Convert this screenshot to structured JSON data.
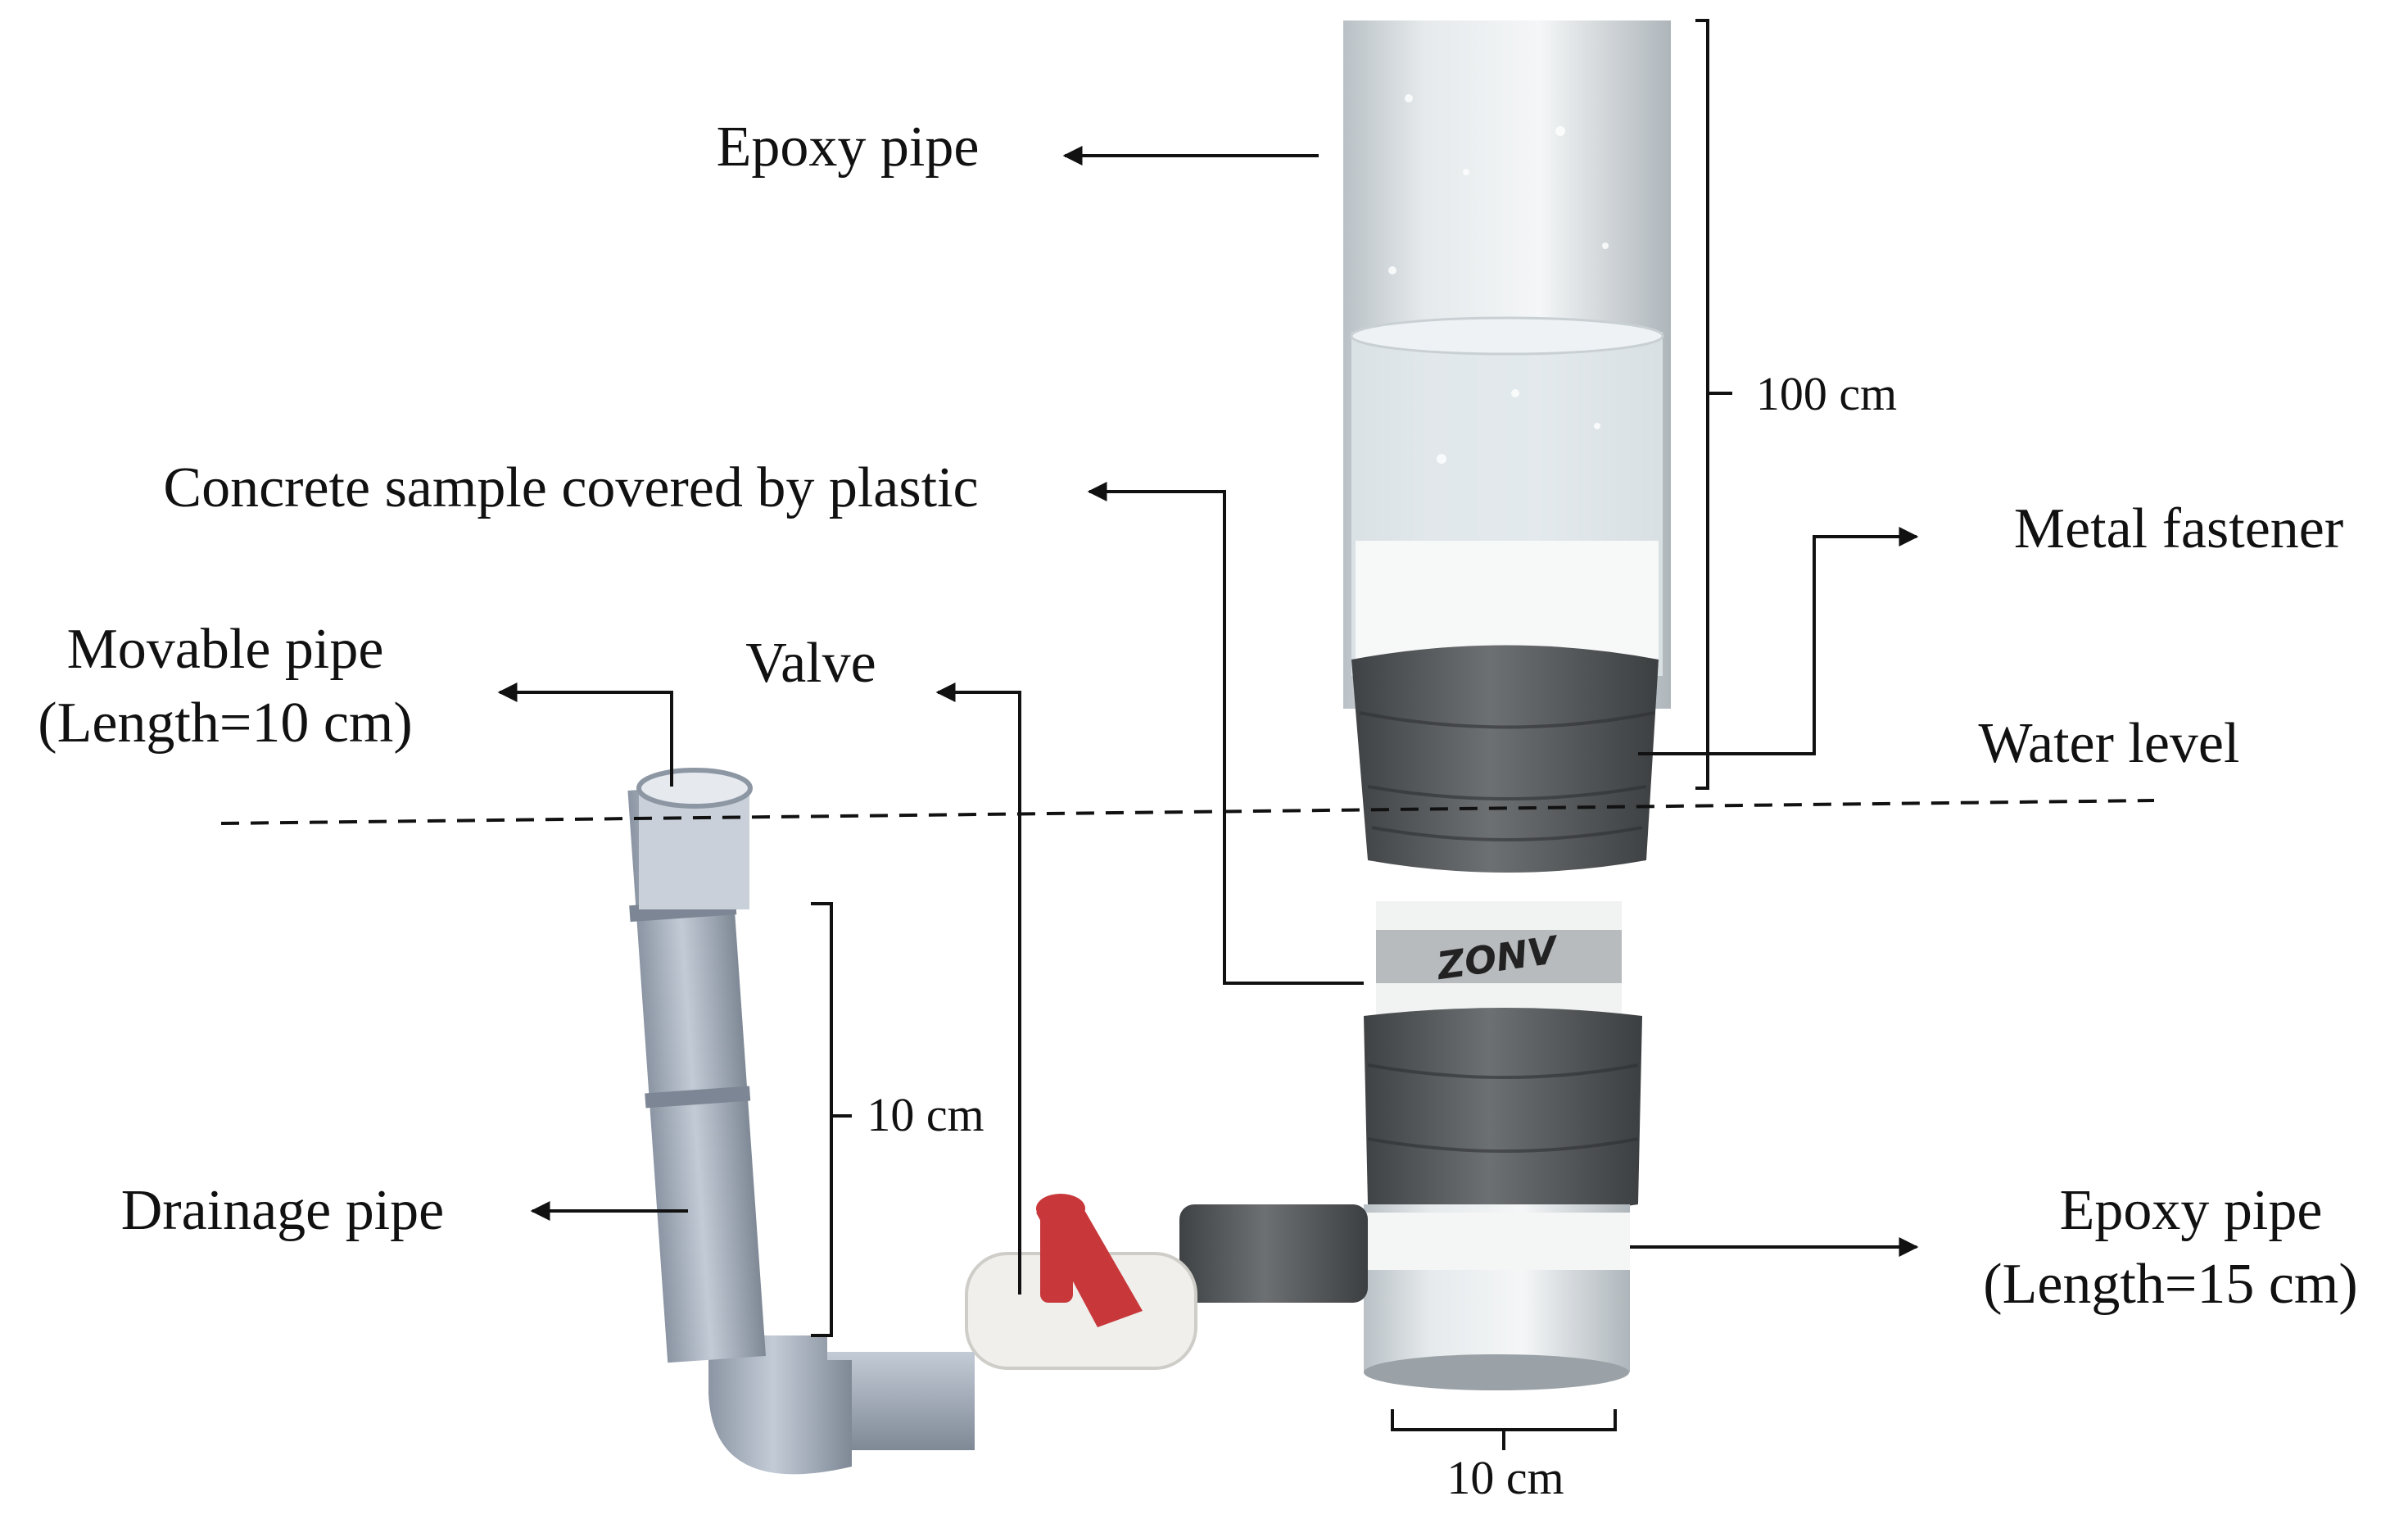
{
  "labels": {
    "epoxy_pipe_top": "Epoxy pipe",
    "concrete_sample": "Concrete sample covered by plastic",
    "metal_fastener": "Metal fastener",
    "movable_pipe_line1": "Movable pipe",
    "movable_pipe_line2": "(Length=10 cm)",
    "valve": "Valve",
    "water_level": "Water level",
    "drainage_pipe": "Drainage pipe",
    "epoxy_pipe_bottom_line1": "Epoxy pipe",
    "epoxy_pipe_bottom_line2": "(Length=15 cm)"
  },
  "dimensions": {
    "column_height": "100 cm",
    "drain_height": "10 cm",
    "pipe_diameter": "10 cm"
  },
  "sample_marking": "ZONV",
  "colors": {
    "text": "#111111",
    "tape": "#5f6163",
    "pvc": "#a9b3c2",
    "valve_handle": "#c8383b",
    "water": "#d9e0e5"
  }
}
